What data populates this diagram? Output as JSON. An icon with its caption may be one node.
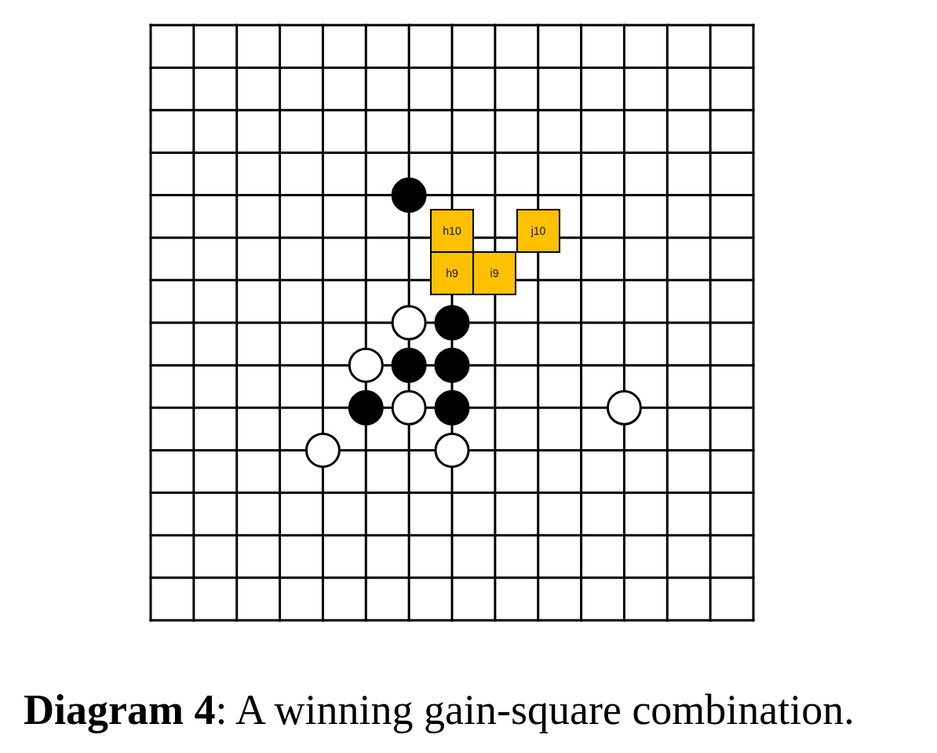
{
  "diagram": {
    "caption": "**Diagram 4**: A winning gain-square combination.",
    "nodes": [
      {
        "text": [
          "h10"
        ]
      },
      {
        "text": [
          "j10"
        ]
      },
      {
        "text": [
          "h9"
        ]
      },
      {
        "text": [
          "i9"
        ]
      }
    ]
  }
}
